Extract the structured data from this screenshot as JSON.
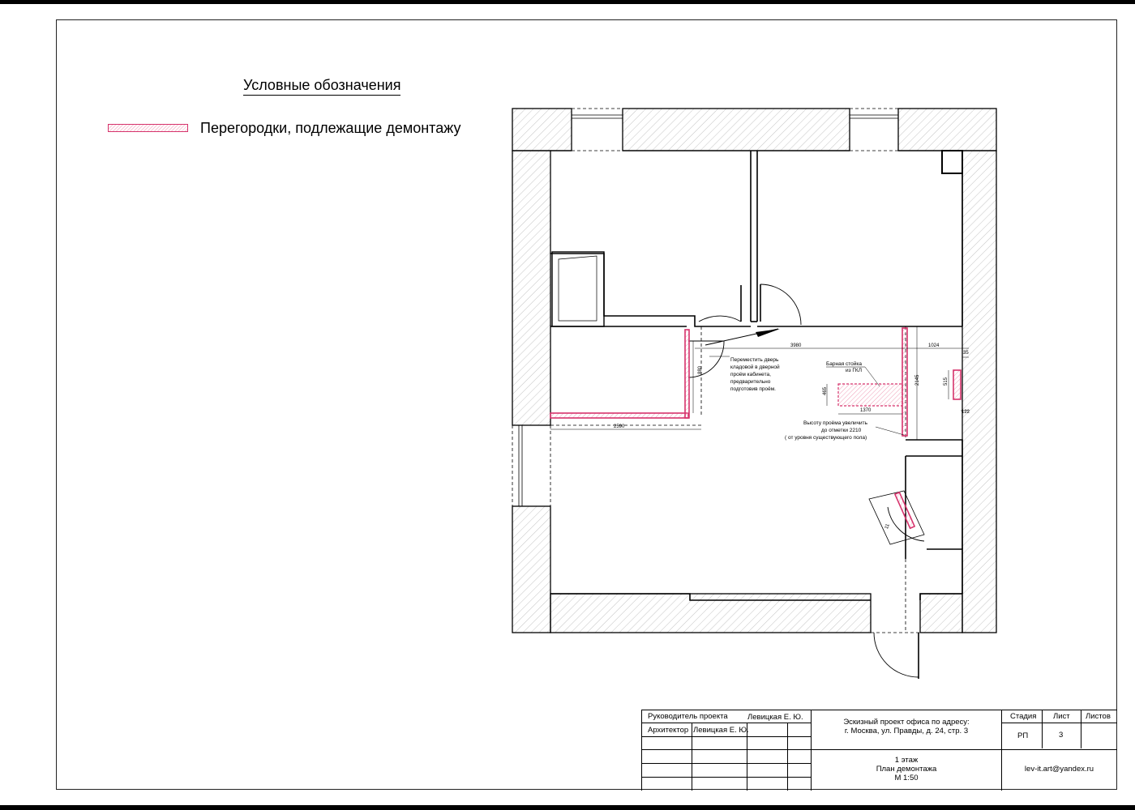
{
  "legend": {
    "title": "Условные обозначения",
    "items": [
      {
        "label": "Перегородки, подлежащие демонтажу",
        "color": "#d6336c"
      }
    ]
  },
  "plan": {
    "notes": {
      "move_door": [
        "Переместить дверь",
        "кладовой в дверной",
        "проём кабинета,",
        "предварительно",
        "подготовив проём."
      ],
      "bar_counter": [
        "Барная стойка",
        "из ГКЛ"
      ],
      "raise_opening": [
        "Высоту проёма увеличить",
        "до отметки 2210",
        "( от уровня существующего пола)"
      ]
    },
    "dimensions": {
      "d3980": "3980",
      "d1024": "1024",
      "d35": "35",
      "d880": "880",
      "d465": "465",
      "d1370": "1370",
      "d2145": "2145",
      "d515": "515",
      "d122": "122",
      "d2590": "2590",
      "d11": "11"
    },
    "colors": {
      "demolish": "#d6336c",
      "wall": "#000000",
      "hatch": "#bdbdbd"
    }
  },
  "title_block": {
    "project_lead_label": "Руководитель проекта",
    "project_lead_name": "Левицкая Е. Ю.",
    "architect_label": "Архитектор",
    "architect_name": "Левицкая Е. Ю.",
    "project_title_line1": "Эскизный проект офиса по адресу:",
    "project_title_line2": "г. Москва, ул. Правды, д. 24, стр. 3",
    "stage_label": "Стадия",
    "sheet_label": "Лист",
    "sheets_label": "Листов",
    "stage_value": "РП",
    "sheet_value": "3",
    "sheet_name_line1": "1 этаж",
    "sheet_name_line2": "План демонтажа",
    "sheet_name_line3": "М 1:50",
    "email": "lev-it.art@yandex.ru"
  }
}
